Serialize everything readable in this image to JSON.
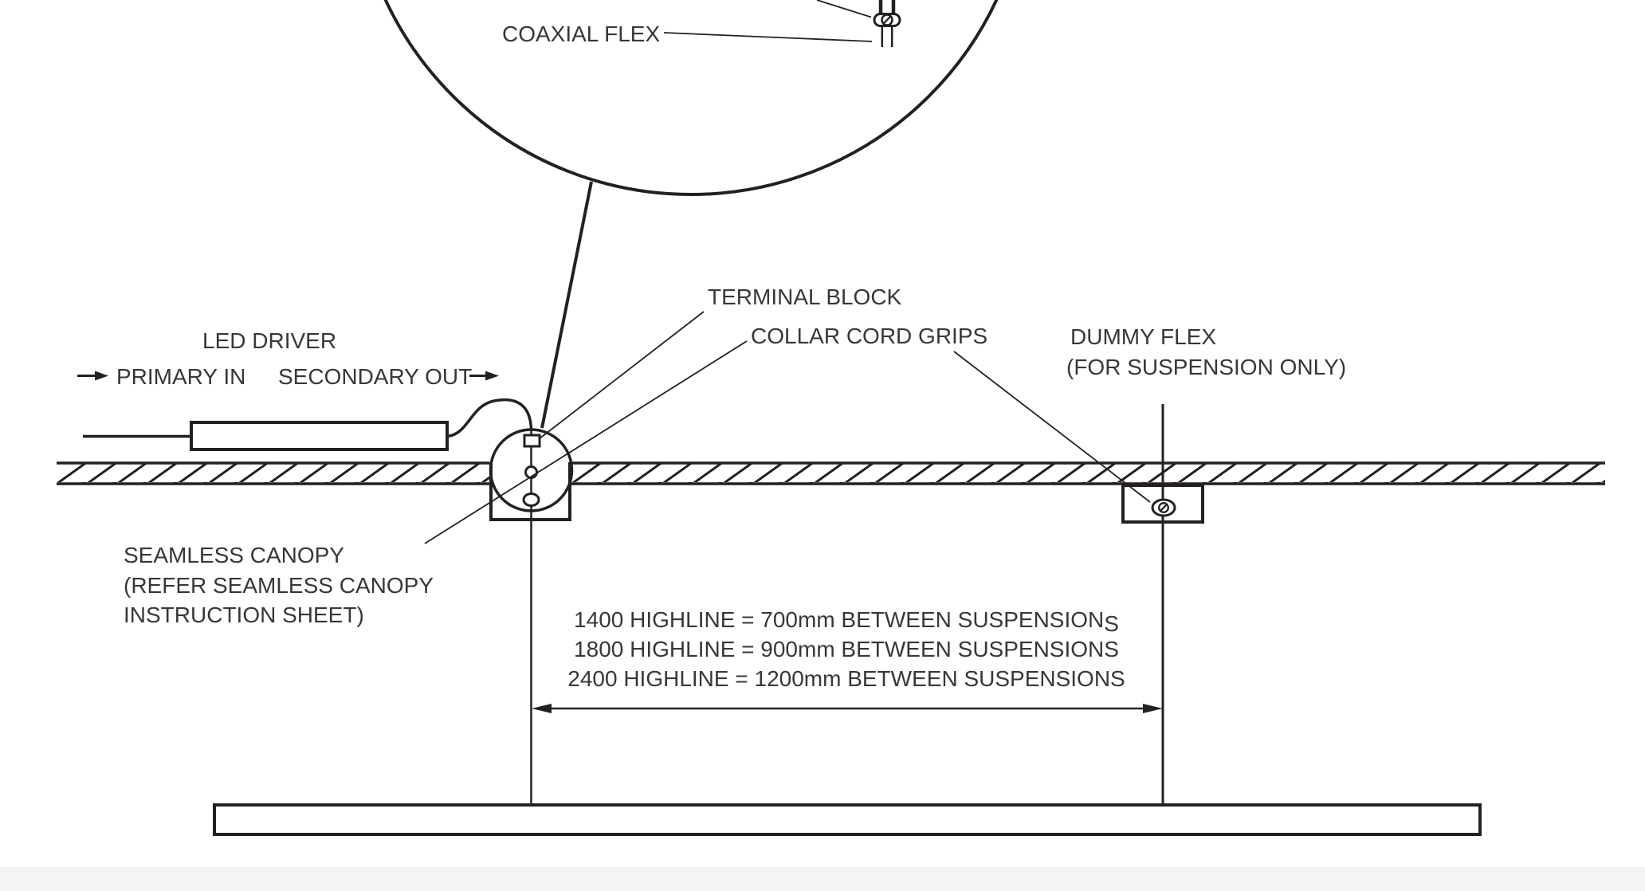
{
  "diagram": {
    "title_context": "LED highline suspension installation diagram",
    "labels": {
      "coaxial_flex": "COAXIAL FLEX",
      "terminal_block": "TERMINAL BLOCK",
      "collar_cord_grips": "COLLAR CORD GRIPS",
      "dummy_flex_line1": "DUMMY FLEX",
      "dummy_flex_line2": "(FOR SUSPENSION ONLY)",
      "led_driver": "LED DRIVER",
      "primary_in": "PRIMARY IN",
      "secondary_out": "SECONDARY OUT",
      "seamless_canopy_line1": "SEAMLESS CANOPY",
      "seamless_canopy_line2": "(REFER SEAMLESS CANOPY",
      "seamless_canopy_line3": "INSTRUCTION SHEET)"
    },
    "dimensions": {
      "line1_main": "1400 HIGHLINE = 700mm BETWEEN SUSPENSION",
      "line1_suffix": "S",
      "line2": "1800 HIGHLINE = 900mm BETWEEN SUSPENSIONS",
      "line3": "2400 HIGHLINE = 1200mm BETWEEN SUSPENSIONS"
    },
    "icons": [
      "coaxial-flex-fitting-icon",
      "screw-head-icon",
      "terminal-block-icon",
      "cord-grip-icon",
      "dummy-flex-grip-icon",
      "arrow-right-icon",
      "dimension-arrow-icon"
    ],
    "colors": {
      "ink": "#242021",
      "text": "#3a3637",
      "background": "#ffffff",
      "footer_strip": "#f4f4f6"
    }
  }
}
